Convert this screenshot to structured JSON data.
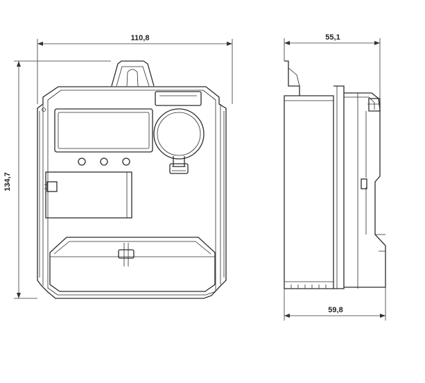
{
  "dimensions": {
    "front_width": "110,8",
    "front_height": "134,7",
    "side_top_depth": "55,1",
    "side_bottom_depth": "59,8"
  }
}
